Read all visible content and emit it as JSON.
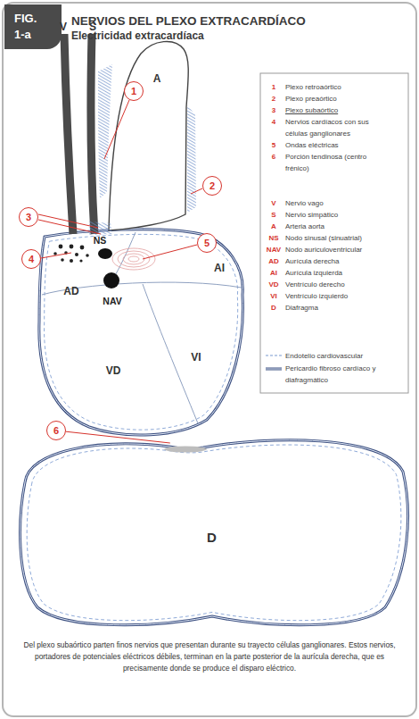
{
  "diagram": {
    "title": "NERVIOS DEL PLEXO EXTRACARDÍACO",
    "caption": "Del plexo subaórtico parten finos nervios que presentan durante su trayecto células ganglionares. Estos nervios, portadores de potenciales eléctricos débiles, terminan en la parte posterior de la aurícula derecha, que es precisamente donde se produce el disparo eléctrico.",
    "nodes": [
      {
        "text": [
          "FIG. 1-a"
        ]
      },
      {
        "text": [
          "1"
        ]
      },
      {
        "text": [
          "2"
        ]
      },
      {
        "text": [
          "3"
        ]
      },
      {
        "text": [
          "4"
        ]
      },
      {
        "text": [
          "5"
        ]
      },
      {
        "text": [
          "6"
        ]
      },
      {
        "text": [
          "D"
        ]
      }
    ],
    "edges": [
      {
        "from": 6,
        "to": 7,
        "arrow": "none"
      }
    ],
    "labels": [
      "Electricidad extracardíaca",
      "V",
      "S",
      "A",
      "NS",
      "NAV",
      "AD",
      "AI",
      "VD",
      "VI",
      "1",
      "2",
      "3",
      "4",
      "5",
      "6",
      "V",
      "S",
      "A",
      "NS",
      "NAV",
      "AD",
      "AI",
      "VD",
      "VI",
      "D"
    ],
    "legend": [
      {
        "text": "Plexo retroaórtico"
      },
      {
        "text": "Plexo preaórtico"
      },
      {
        "text": "Plexo subaórtico"
      },
      {
        "text": "Nervios cardíacos con sus células ganglionares"
      },
      {
        "text": "Ondas eléctricas"
      },
      {
        "text": "Porción tendinosa (centro frénico)"
      },
      {
        "text": "Nervio vago"
      },
      {
        "text": "Nervio simpático"
      },
      {
        "text": "Arteria aorta"
      },
      {
        "text": "Nodo sinusal (sinuatrial)"
      },
      {
        "text": "Nodo auriculoventricular"
      },
      {
        "text": "Aurícula derecha"
      },
      {
        "text": "Aurícula izquierda"
      },
      {
        "text": "Ventrículo derecho"
      },
      {
        "text": "Ventrículo izquierdo"
      },
      {
        "text": "Diafragma"
      },
      {
        "text": "Endotelio cardiovascular"
      },
      {
        "text": "Pericardio fibroso cardíaco y diafragmático"
      }
    ]
  }
}
